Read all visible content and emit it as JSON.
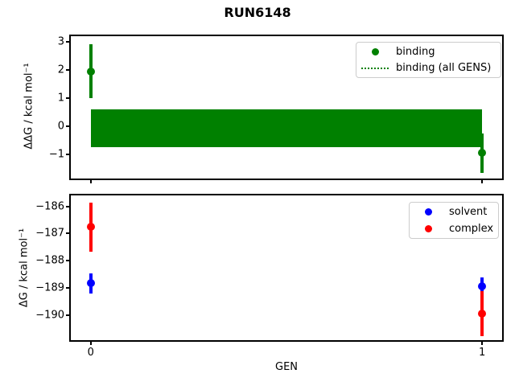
{
  "title": "RUN6148",
  "chart_data": [
    {
      "type": "scatter",
      "panel": "binding",
      "ylabel": "ΔΔG / kcal mol⁻¹",
      "xlim": [
        -0.051,
        1.051
      ],
      "ylim": [
        -1.86,
        3.2
      ],
      "yticks": [
        {
          "v": 3,
          "label": "3"
        },
        {
          "v": 2,
          "label": "2"
        },
        {
          "v": 1,
          "label": "1"
        },
        {
          "v": 0,
          "label": "0"
        },
        {
          "v": -1,
          "label": "−1"
        }
      ],
      "xticks": [
        {
          "v": 0,
          "label": ""
        },
        {
          "v": 1,
          "label": ""
        }
      ],
      "series": [
        {
          "name": "binding",
          "color": "#008000",
          "marker": "circle",
          "x": [
            0,
            1
          ],
          "y": [
            1.95,
            -0.95
          ],
          "yerr": [
            0.95,
            0.7
          ]
        }
      ],
      "band": {
        "name": "binding (all GENS)",
        "color": "#008000",
        "xmin": 0,
        "xmax": 1,
        "ymin": -0.74,
        "ymax": 0.61
      },
      "legend": [
        {
          "label": "binding",
          "marker": "dot",
          "color": "#008000"
        },
        {
          "label": "binding (all GENS)",
          "marker": "dotted-line",
          "color": "#008000"
        }
      ],
      "legend_position": "upper right"
    },
    {
      "type": "scatter",
      "panel": "dG",
      "ylabel": "ΔG / kcal mol⁻¹",
      "xlabel": "GEN",
      "xlim": [
        -0.051,
        1.051
      ],
      "ylim": [
        -190.91,
        -185.6
      ],
      "yticks": [
        {
          "v": -186,
          "label": "−186"
        },
        {
          "v": -187,
          "label": "−187"
        },
        {
          "v": -188,
          "label": "−188"
        },
        {
          "v": -189,
          "label": "−189"
        },
        {
          "v": -190,
          "label": "−190"
        }
      ],
      "xticks": [
        {
          "v": 0,
          "label": "0"
        },
        {
          "v": 1,
          "label": "1"
        }
      ],
      "series": [
        {
          "name": "solvent",
          "color": "#0000ff",
          "marker": "circle",
          "x": [
            0,
            1
          ],
          "y": [
            -188.83,
            -188.93
          ],
          "yerr": [
            0.38,
            0.33
          ]
        },
        {
          "name": "complex",
          "color": "#ff0000",
          "marker": "circle",
          "x": [
            0,
            1
          ],
          "y": [
            -186.76,
            -189.93
          ],
          "yerr": [
            0.9,
            0.83
          ]
        }
      ],
      "legend": [
        {
          "label": "solvent",
          "marker": "dot",
          "color": "#0000ff"
        },
        {
          "label": "complex",
          "marker": "dot",
          "color": "#ff0000"
        }
      ],
      "legend_position": "upper right"
    }
  ]
}
